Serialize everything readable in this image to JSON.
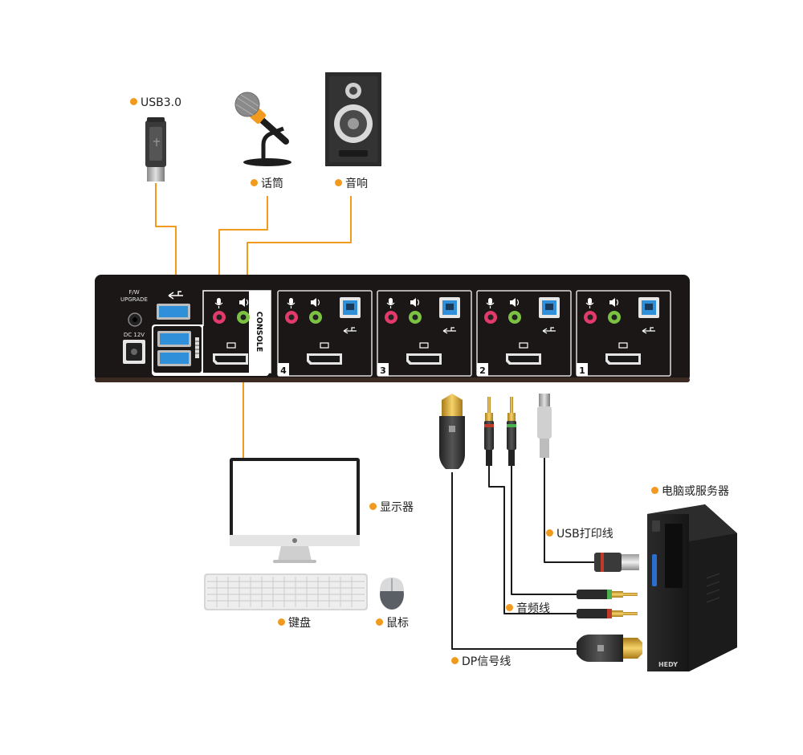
{
  "colors": {
    "accent": "#f29a1e",
    "device_body": "#1a1716",
    "port_pink": "#e23a6a",
    "port_green": "#7cc242",
    "usb_blue": "#2f8fd8"
  },
  "device": {
    "fw_label": "F/W",
    "upgrade_label": "UPGRADE",
    "dc_label": "DC 12V",
    "console_label": "CONSOLE",
    "channels": [
      "4",
      "3",
      "2",
      "1"
    ]
  },
  "labels": {
    "usb30": "USB3.0",
    "microphone": "话筒",
    "speaker": "音响",
    "monitor": "显示器",
    "keyboard": "键盘",
    "mouse": "鼠标",
    "computer": "电脑或服务器",
    "usb_cable": "USB打印线",
    "audio_cable": "音频线",
    "dp_cable": "DP信号线"
  },
  "pc": {
    "brand": "HEDY"
  },
  "icons": [
    "usb-stick-icon",
    "microphone-icon",
    "speaker-icon",
    "monitor-icon",
    "keyboard-icon",
    "mouse-icon",
    "computer-tower-icon",
    "dp-cable-icon",
    "audio-plug-icon",
    "usb-b-plug-icon",
    "usb-a-plug-icon"
  ]
}
